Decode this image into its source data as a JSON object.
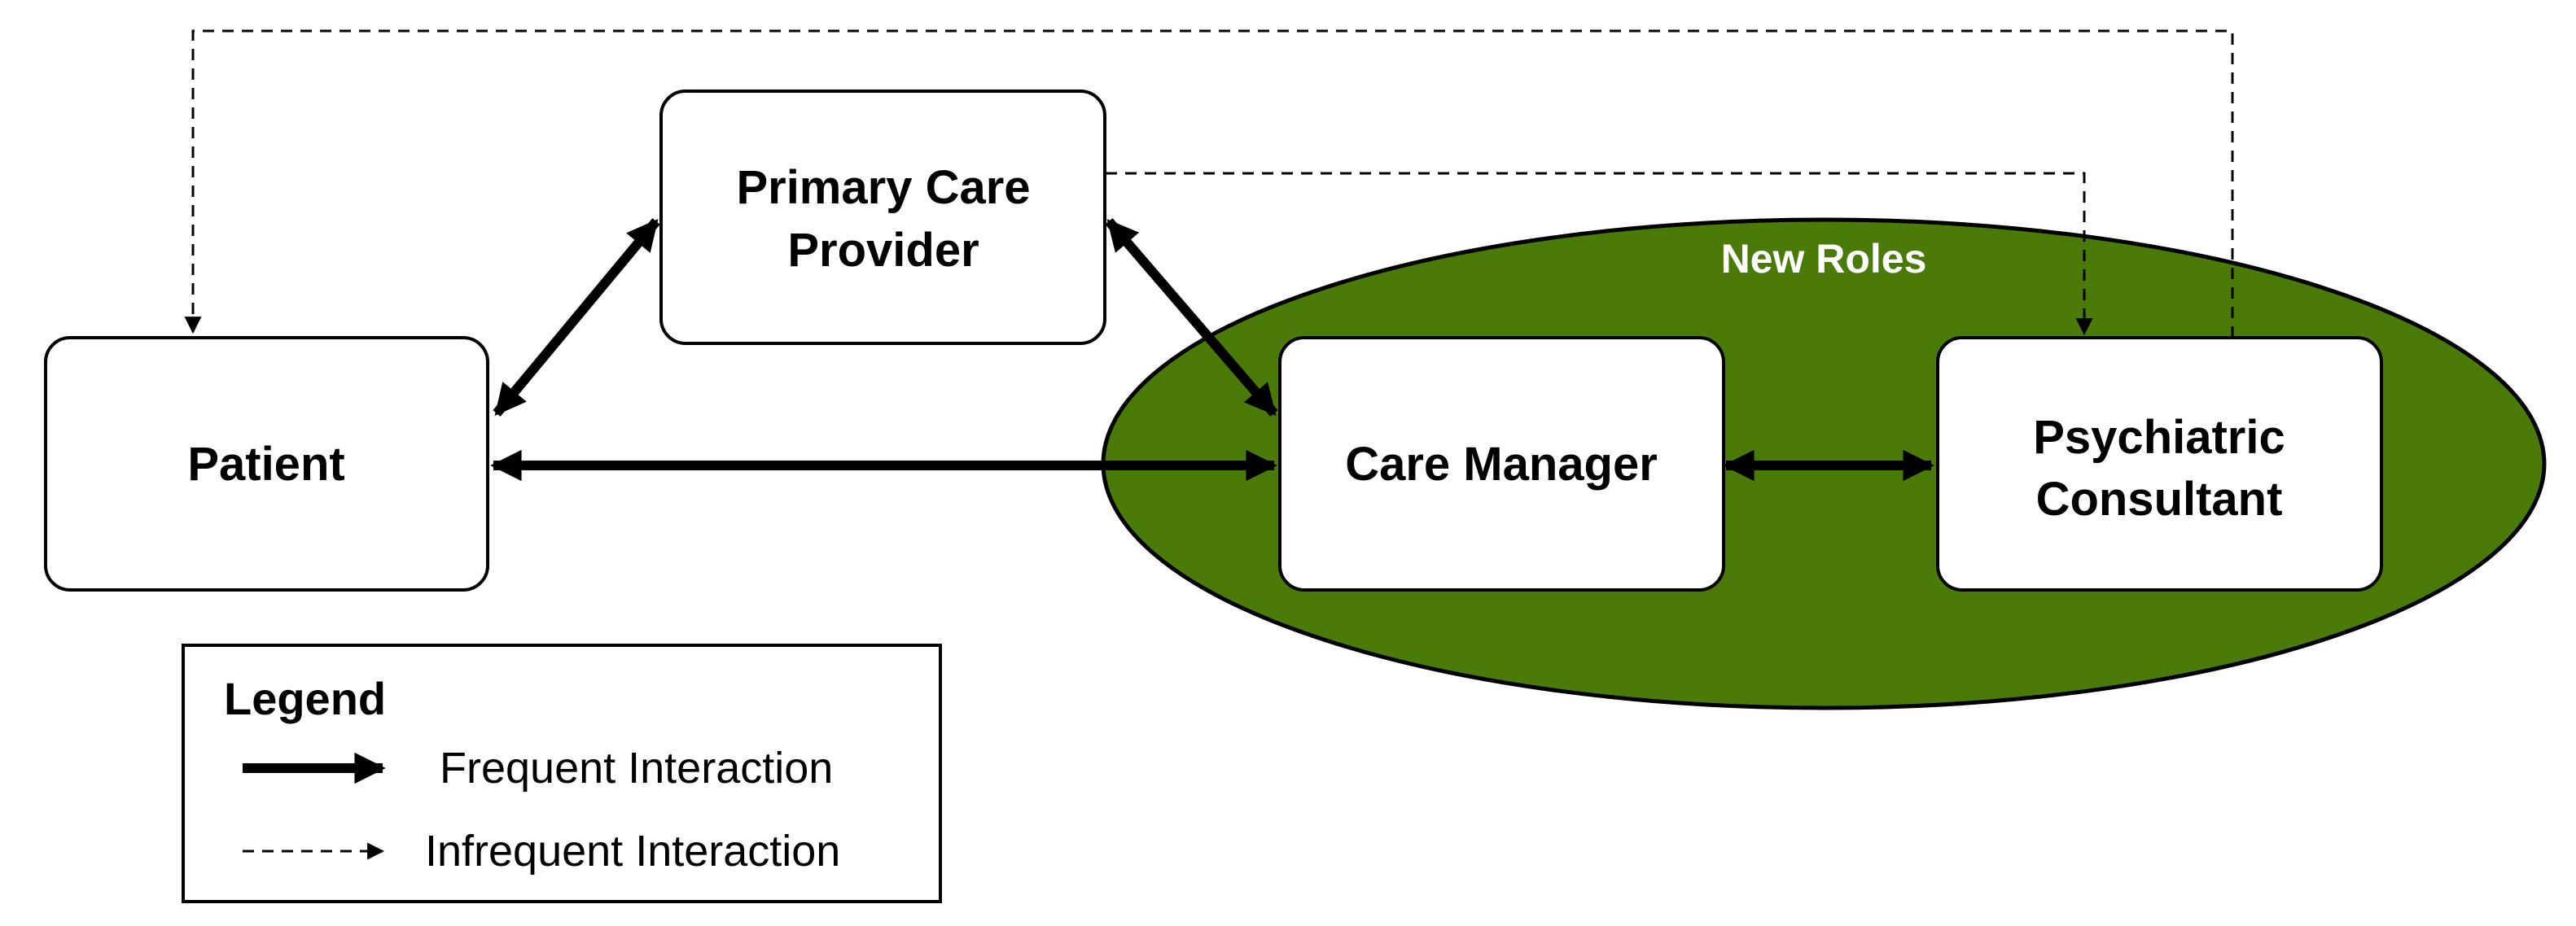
{
  "diagram": {
    "group": {
      "label": "New Roles",
      "fill_color": "#4a7a08"
    },
    "nodes": {
      "patient": {
        "label": "Patient"
      },
      "primary_care": {
        "line1": "Primary Care",
        "line2": "Provider"
      },
      "care_manager": {
        "label": "Care Manager"
      },
      "psychiatric": {
        "line1": "Psychiatric",
        "line2": "Consultant"
      }
    },
    "edges": [
      {
        "from": "Patient",
        "to": "Primary Care Provider",
        "type": "frequent",
        "bidirectional": true
      },
      {
        "from": "Patient",
        "to": "Care Manager",
        "type": "frequent",
        "bidirectional": true
      },
      {
        "from": "Primary Care Provider",
        "to": "Care Manager",
        "type": "frequent",
        "bidirectional": true
      },
      {
        "from": "Care Manager",
        "to": "Psychiatric Consultant",
        "type": "frequent",
        "bidirectional": true
      },
      {
        "from": "Primary Care Provider",
        "to": "Psychiatric Consultant",
        "type": "infrequent",
        "bidirectional": false
      },
      {
        "from": "Psychiatric Consultant",
        "to": "Patient",
        "type": "infrequent",
        "bidirectional": false
      }
    ],
    "legend": {
      "title": "Legend",
      "frequent_label": "Frequent Interaction",
      "infrequent_label": "Infrequent Interaction"
    }
  }
}
